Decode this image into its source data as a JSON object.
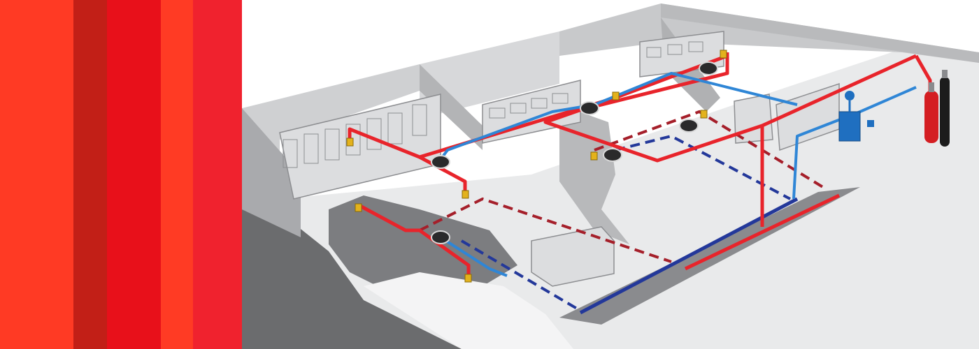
{
  "stripes": [
    {
      "name": "stripe-1",
      "color": "#ff3a24"
    },
    {
      "name": "stripe-2",
      "color": "#c21f17"
    },
    {
      "name": "stripe-3",
      "color": "#e8101a"
    },
    {
      "name": "stripe-4",
      "color": "#ff3b24"
    },
    {
      "name": "stripe-5",
      "color": "#f0222e"
    }
  ],
  "colors": {
    "supply_pipe": "#e8242b",
    "detection_pipe": "#2f86d6",
    "underfloor_supply": "#a51f2a",
    "underfloor_detection": "#23389a",
    "wall": "#cfd0d2",
    "wall_shadow": "#a9aaad",
    "floor": "#e9eaeb",
    "floor_dark": "#6b6c6e",
    "cylinder_red": "#d41e22",
    "cylinder_black": "#1c1c1c",
    "control_panel": "#1f6fc0"
  },
  "icons": [
    "sprinkler-nozzle-icon",
    "smoke-detector-icon",
    "fire-extinguisher-cylinder-icon",
    "control-panel-icon"
  ]
}
